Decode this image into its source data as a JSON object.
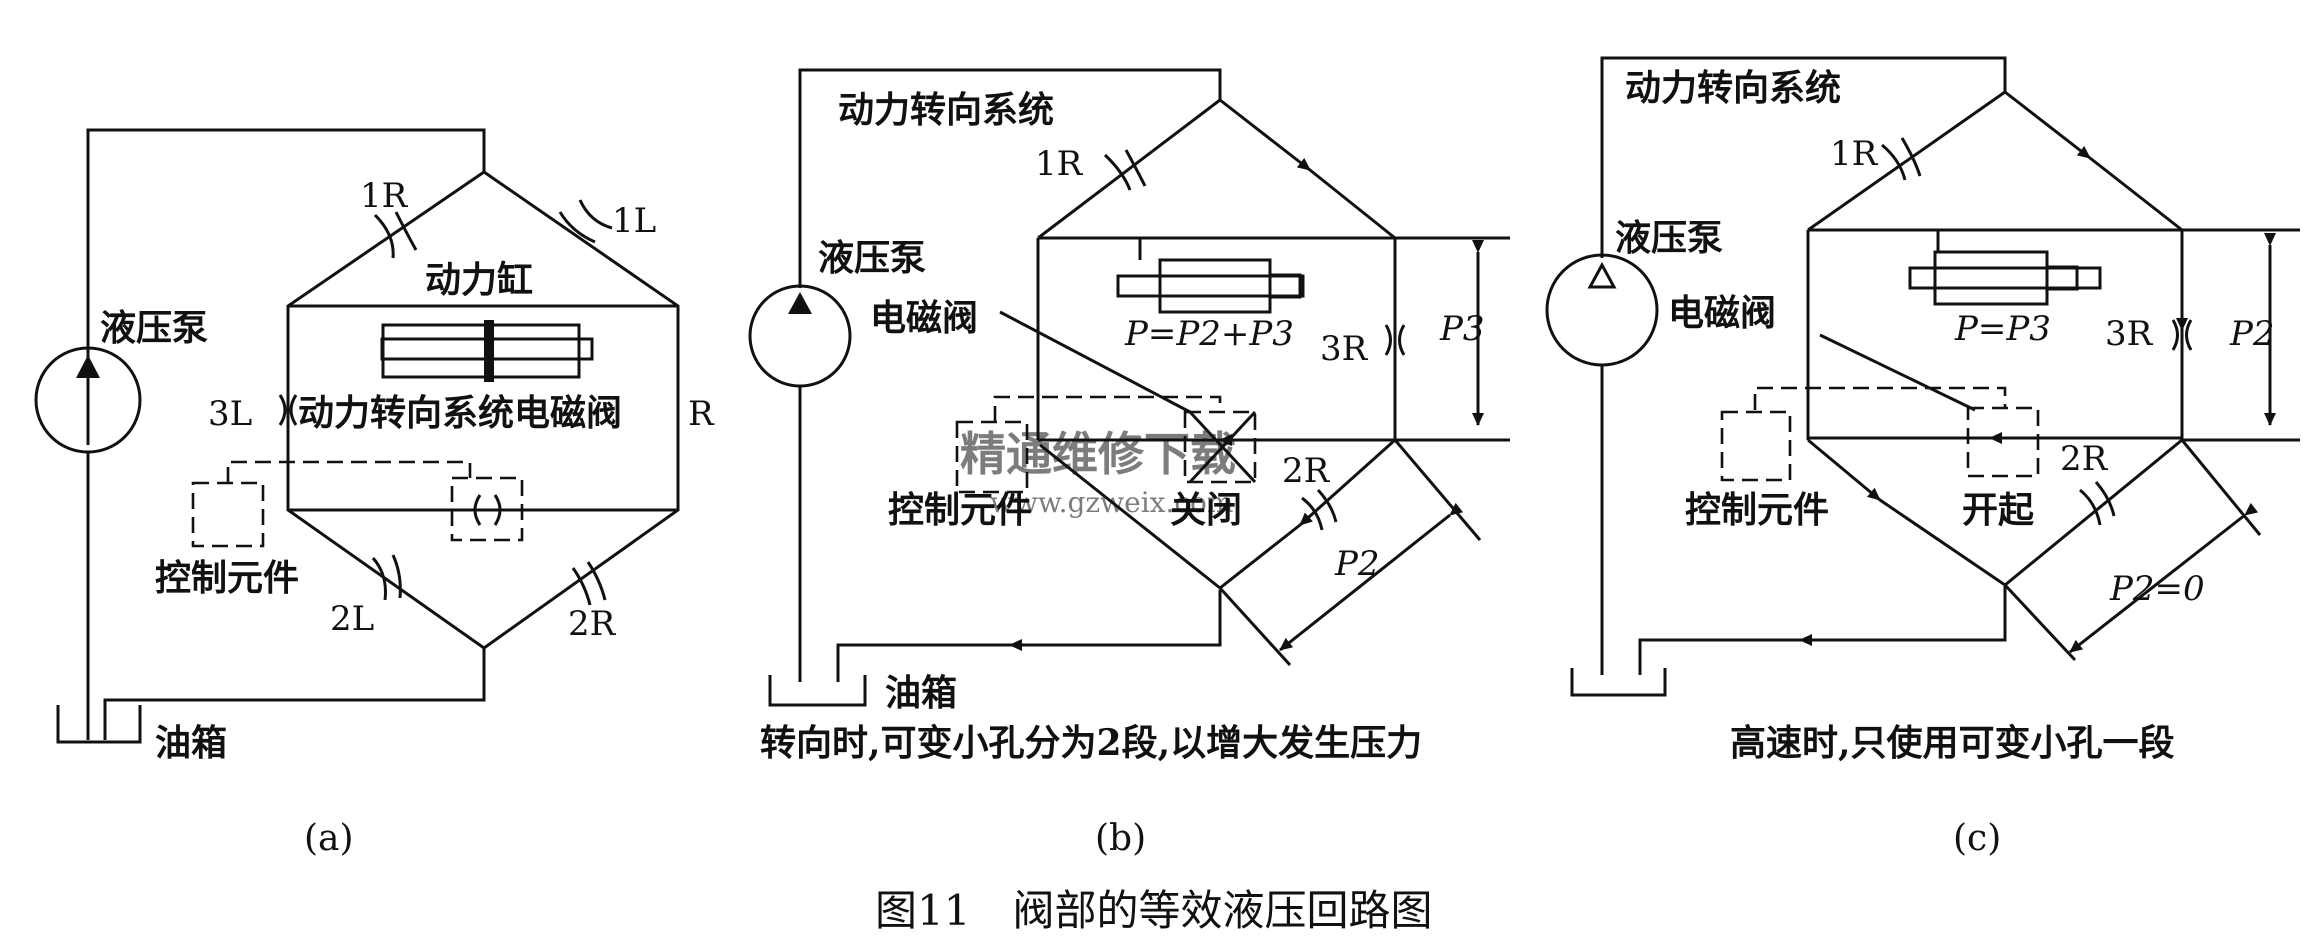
{
  "panel_a": {
    "pump": "液压泵",
    "cylinder": "动力缸",
    "tank": "油箱",
    "control": "控制元件",
    "solenoid": "动力转向系统电磁阀",
    "orifices": {
      "r1": "1R",
      "l1": "1L",
      "l3": "3L",
      "r": "R",
      "l2": "2L",
      "r2": "2R"
    },
    "caption": "(a)"
  },
  "panel_b": {
    "system": "动力转向系统",
    "pump": "液压泵",
    "solenoid": "电磁阀",
    "control": "控制元件",
    "state": "关闭",
    "tank": "油箱",
    "formula": "P=P2+P3",
    "p3": "P3",
    "p2": "P2",
    "orifices": {
      "r1": "1R",
      "r3": "3R",
      "r2": "2R"
    },
    "note": "转向时,可变小孔分为2段,以增大发生压力",
    "caption": "(b)"
  },
  "panel_c": {
    "system": "动力转向系统",
    "pump": "液压泵",
    "solenoid": "电磁阀",
    "control": "控制元件",
    "state": "开起",
    "formula": "P=P3",
    "p2": "P2",
    "p2zero": "P2=0",
    "orifices": {
      "r1": "1R",
      "r3": "3R",
      "r2": "2R"
    },
    "note": "高速时,只使用可变小孔一段",
    "caption": "(c)"
  },
  "watermark": "精通维修下载",
  "watermark_url": "www.gzweix.com",
  "figure_title": "图11　阀部的等效液压回路图"
}
